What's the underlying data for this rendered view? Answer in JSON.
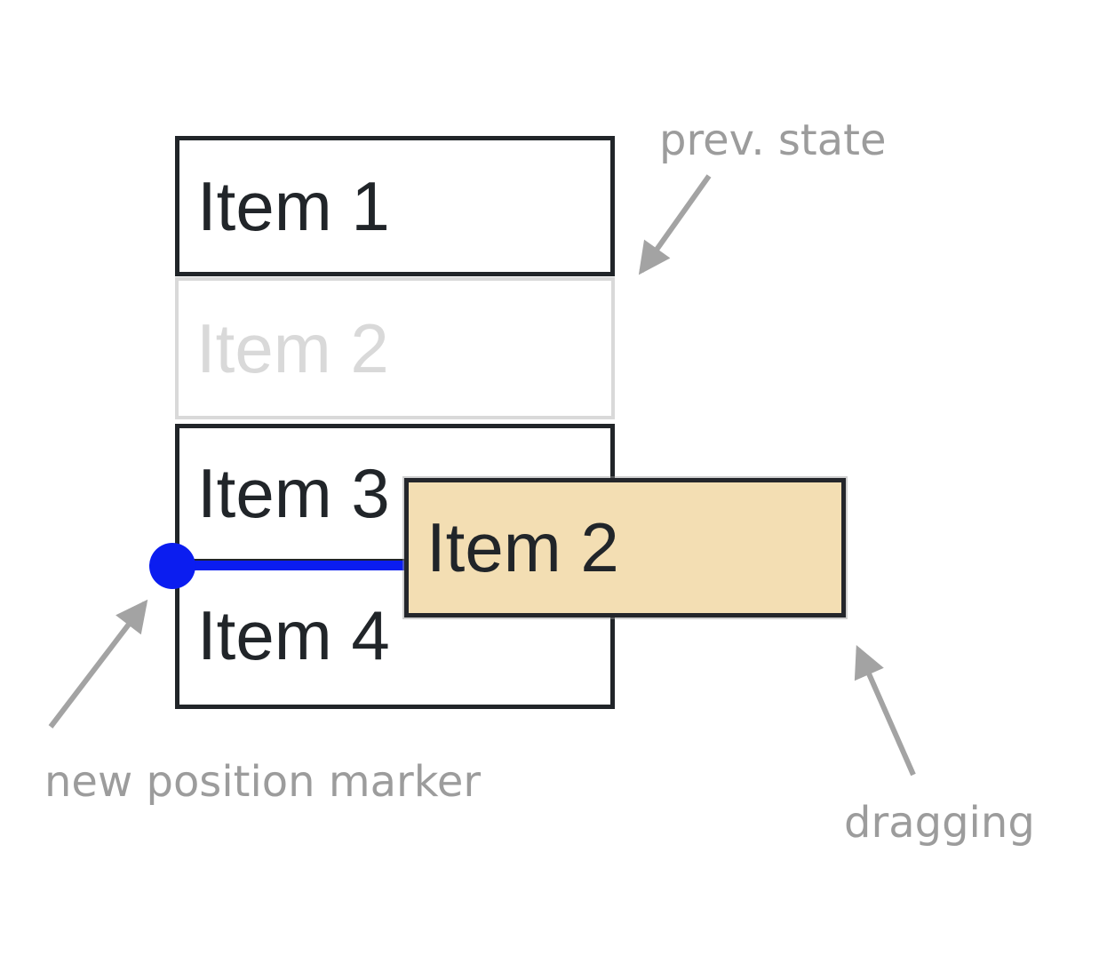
{
  "list": {
    "items": [
      {
        "label": "Item 1",
        "state": "normal"
      },
      {
        "label": "Item 2",
        "state": "ghost-previous-position"
      },
      {
        "label": "Item 3",
        "state": "normal"
      },
      {
        "label": "Item 4",
        "state": "normal"
      }
    ]
  },
  "drag": {
    "dragged_item_label": "Item 2"
  },
  "annotations": {
    "prev_state": "prev. state",
    "new_position_marker": "new position marker",
    "dragging": "dragging"
  },
  "colors": {
    "item_border": "#212529",
    "item_text": "#212529",
    "ghost_gray": "#d9d9d9",
    "dragged_fill": "#f3deb3",
    "marker_blue": "#0b1df0",
    "annotation_gray": "#9c9c9c",
    "arrow_gray": "#a3a3a3",
    "background": "#ffffff"
  }
}
